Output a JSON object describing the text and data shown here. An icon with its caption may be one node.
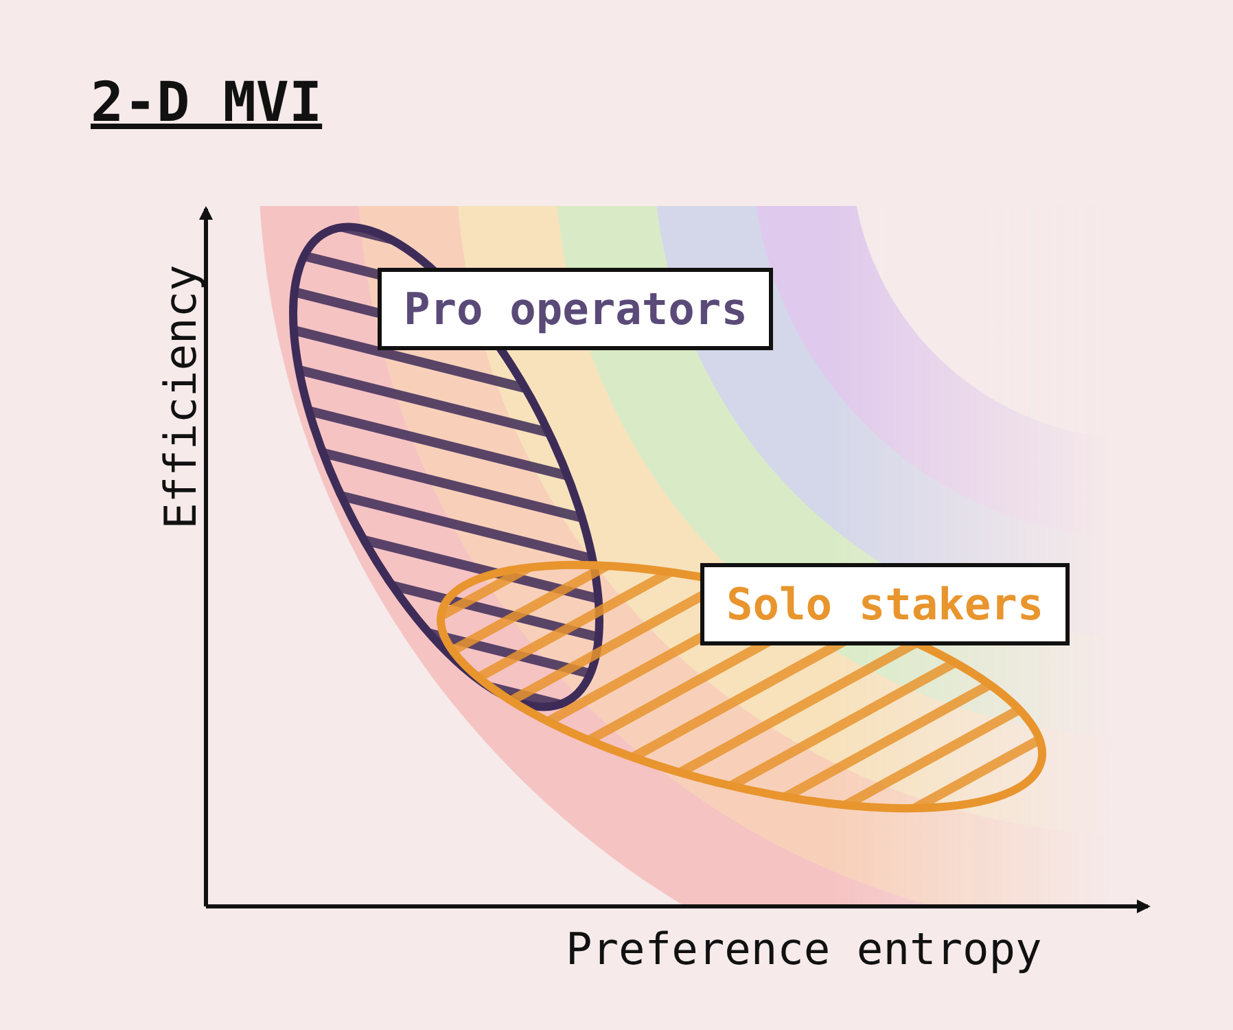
{
  "diagram": {
    "title": "2-D MVI",
    "nodes": [
      {
        "text": [
          "Pro operators"
        ]
      },
      {
        "text": [
          "Solo stakers"
        ]
      }
    ],
    "labels": [
      "Efficiency",
      "Preference entropy"
    ]
  }
}
